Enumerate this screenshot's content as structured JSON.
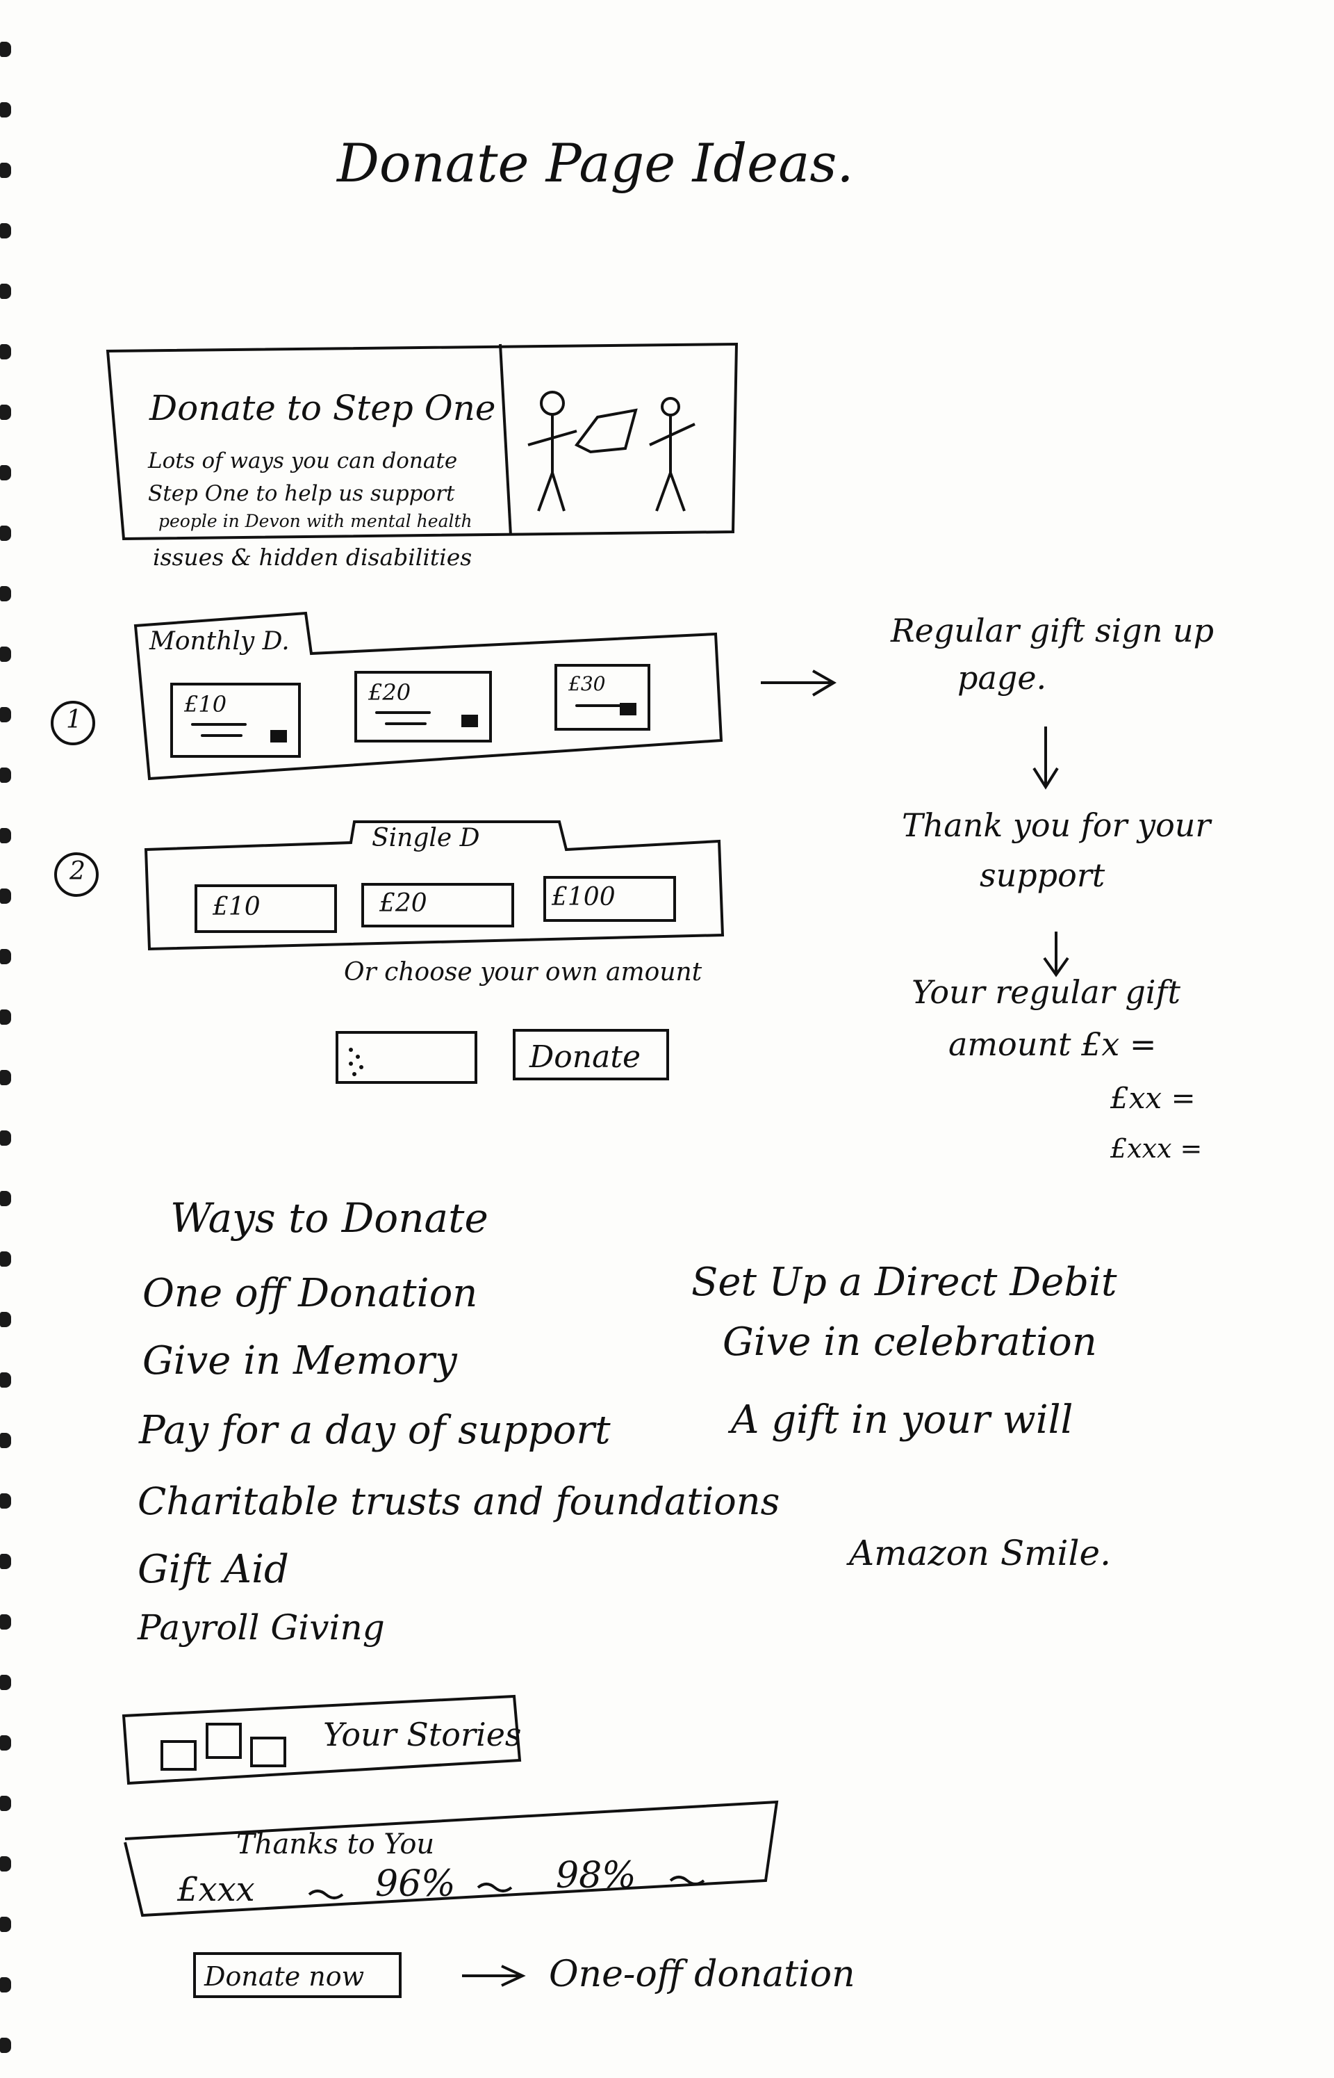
{
  "page_title": "Donate Page Ideas.",
  "hero": {
    "heading": "Donate to Step One",
    "body_line1": "Lots of ways you can donate",
    "body_line2": "Step One to help us support",
    "body_line3": "people in Devon with mental health",
    "body_line4": "issues & hidden disabilities"
  },
  "monthly": {
    "tab_label": "Monthly D.",
    "step_number": "1",
    "options": [
      {
        "amount": "£10"
      },
      {
        "amount": "£20"
      },
      {
        "amount": "£30"
      }
    ]
  },
  "single": {
    "tab_label": "Single D",
    "step_number": "2",
    "options": [
      {
        "amount": "£10"
      },
      {
        "amount": "£20"
      },
      {
        "amount": "£100"
      }
    ],
    "custom_amount_label": "Or choose your own amount",
    "donate_label": "Donate"
  },
  "flow": {
    "step1": "Regular gift sign up",
    "step1b": "page.",
    "step2": "Thank you for your",
    "step2b": "support",
    "step3": "Your regular gift",
    "step3b": "amount £x =",
    "step3c": "£xx =",
    "step3d": "£xxx ="
  },
  "ways": {
    "heading": "Ways to Donate",
    "left": [
      "One off Donation",
      "Give in Memory",
      "Pay for a day of support",
      "Charitable trusts and foundations",
      "Gift Aid",
      "Payroll Giving"
    ],
    "right": [
      "Set Up a Direct Debit",
      "Give in celebration",
      "A gift in your will",
      "Amazon Smile."
    ]
  },
  "stories": {
    "label": "Your Stories"
  },
  "thanks": {
    "heading": "Thanks to You",
    "stat1": "£xxx",
    "stat2": "96%",
    "stat3": "98%"
  },
  "cta": {
    "donate_now_label": "Donate now",
    "result_label": "One-off donation"
  }
}
